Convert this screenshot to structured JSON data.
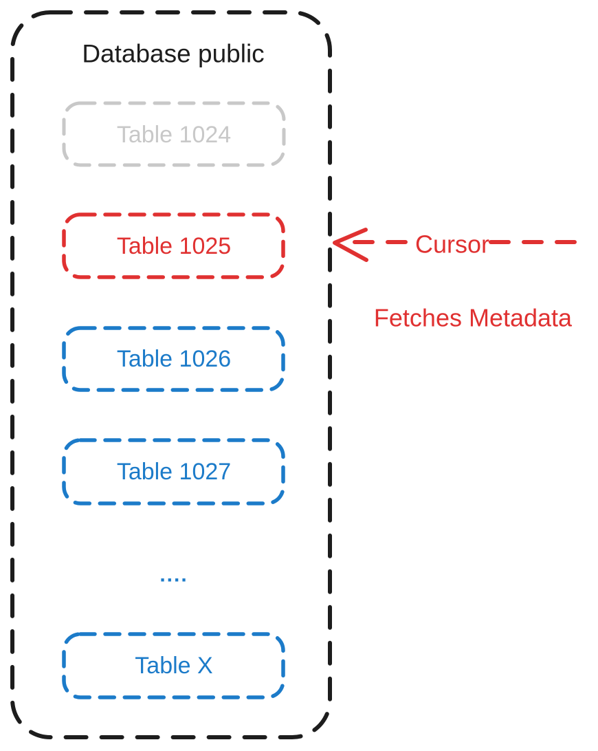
{
  "diagram": {
    "title": "Database public",
    "tables": [
      {
        "label": "Table 1024",
        "color": "#c8c8c8"
      },
      {
        "label": "Table 1025",
        "color": "#e03131"
      },
      {
        "label": "Table 1026",
        "color": "#1c7bc9"
      },
      {
        "label": "Table 1027",
        "color": "#1c7bc9"
      },
      {
        "label": "Table X",
        "color": "#1c7bc9"
      }
    ],
    "ellipsis": "....",
    "annotation": {
      "cursor_label": "Cursor",
      "action_label": "Fetches Metadata",
      "color": "#e03131"
    },
    "colors": {
      "outline": "#1d1d1d",
      "inactive_gray": "#c8c8c8",
      "highlight_red": "#e03131",
      "table_blue": "#1c7bc9"
    }
  }
}
